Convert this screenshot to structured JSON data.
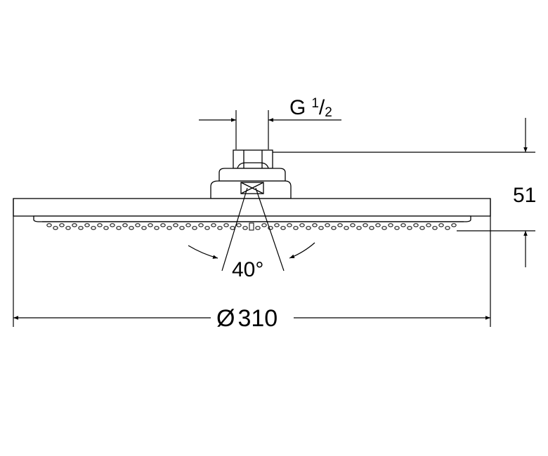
{
  "thread_label": {
    "prefix": "G",
    "numerator": "1",
    "slash": "/",
    "denominator": "2"
  },
  "dimensions": {
    "height": "51",
    "spray_angle": "40°",
    "diameter_symbol": "Ø",
    "diameter_value": "310"
  },
  "colors": {
    "line": "#000000",
    "background": "#ffffff"
  }
}
